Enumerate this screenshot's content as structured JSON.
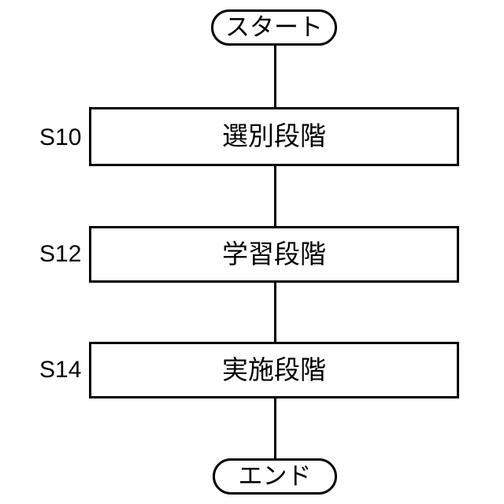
{
  "diagram": {
    "type": "flowchart",
    "orientation": "vertical",
    "background_color": "#ffffff",
    "stroke_color": "#000000",
    "text_color": "#000000",
    "language": "ja",
    "start": {
      "shape": "terminator",
      "label": "スタート"
    },
    "end": {
      "shape": "terminator",
      "label": "エンド"
    },
    "steps": [
      {
        "tag": "S10",
        "label": "選別段階",
        "shape": "process"
      },
      {
        "tag": "S12",
        "label": "学習段階",
        "shape": "process"
      },
      {
        "tag": "S14",
        "label": "実施段階",
        "shape": "process"
      }
    ],
    "connectors": [
      {
        "from": "start",
        "to": "S10",
        "style": "line",
        "arrowhead": "none"
      },
      {
        "from": "S10",
        "to": "S12",
        "style": "line",
        "arrowhead": "none"
      },
      {
        "from": "S12",
        "to": "S14",
        "style": "line",
        "arrowhead": "none"
      },
      {
        "from": "S14",
        "to": "end",
        "style": "line",
        "arrowhead": "none"
      }
    ]
  }
}
